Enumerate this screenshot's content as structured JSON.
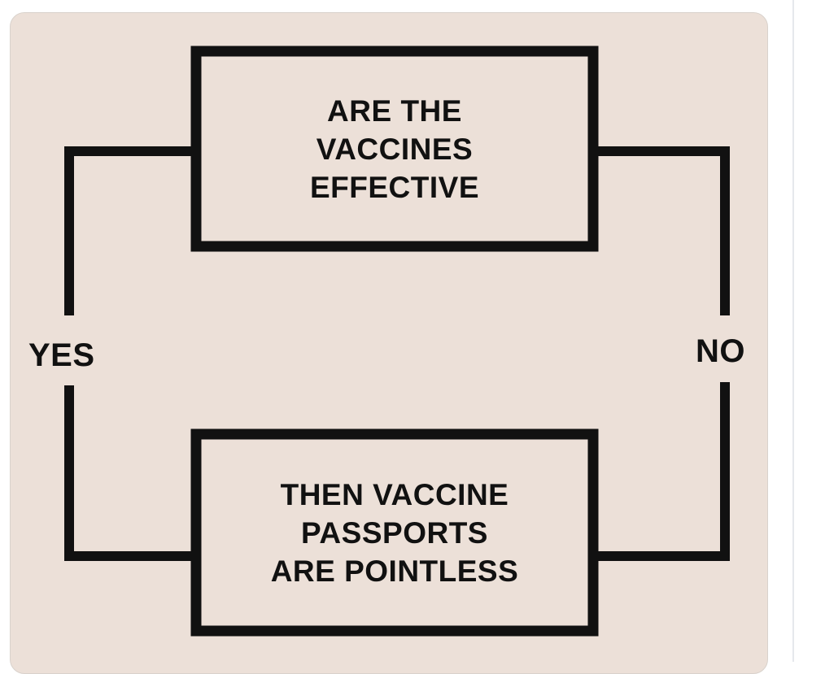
{
  "diagram": {
    "top_box_lines": [
      "ARE THE",
      "VACCINES",
      "EFFECTIVE"
    ],
    "bottom_box_lines": [
      "THEN VACCINE",
      "PASSPORTS",
      "ARE POINTLESS"
    ],
    "left_label": "YES",
    "right_label": "NO"
  },
  "colors": {
    "background": "#ece0d8",
    "line": "#111111",
    "text": "#111111"
  }
}
